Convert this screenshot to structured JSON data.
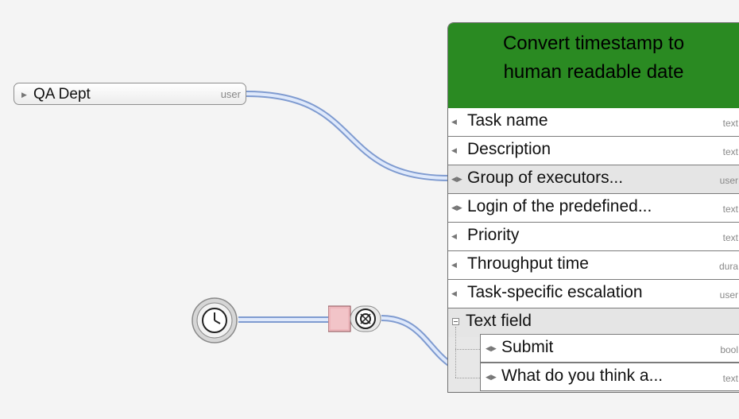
{
  "input_variable": {
    "label": "QA Dept",
    "type": "user",
    "icon": "expand-arrow-icon"
  },
  "task": {
    "title": "Convert timestamp to\nhuman readable date",
    "header_color": "#2a8a22",
    "fields": [
      {
        "label": "Task name",
        "type": "text",
        "port": "in"
      },
      {
        "label": "Description",
        "type": "text",
        "port": "in"
      },
      {
        "label": "Group of executors...",
        "type": "user",
        "port": "inout"
      },
      {
        "label": "Login of the predefined...",
        "type": "text",
        "port": "inout"
      },
      {
        "label": "Priority",
        "type": "text",
        "port": "in"
      },
      {
        "label": "Throughput time",
        "type": "dura",
        "port": "in"
      },
      {
        "label": "Task-specific escalation",
        "type": "user",
        "port": "in"
      }
    ],
    "group": {
      "label": "Text field",
      "subfields": [
        {
          "label": "Submit",
          "type": "bool",
          "port": "inout"
        },
        {
          "label": "What do you think a...",
          "type": "text",
          "port": "inout"
        }
      ]
    }
  },
  "nodes": {
    "timer_icon": "clock-icon",
    "converter_icon": "gear-icon",
    "wire_color": "#a9c1ea"
  }
}
